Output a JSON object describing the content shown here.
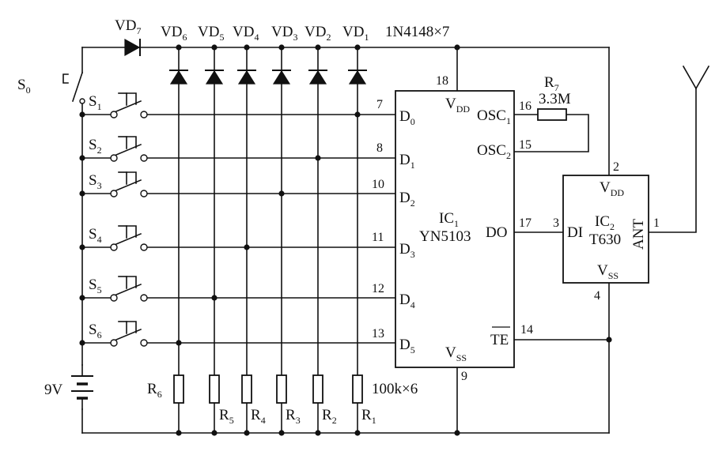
{
  "diode_part": "1N4148×7",
  "resistor_pack": "100k×6",
  "battery": "9V",
  "r7_value": "3.3M",
  "ic1": {
    "ref": "IC",
    "ref_sub": "1",
    "part": "YN5103"
  },
  "ic2": {
    "ref": "IC",
    "ref_sub": "2",
    "part": "T630"
  },
  "labels": {
    "vd7": {
      "main": "VD",
      "sub": "7"
    },
    "vd6": {
      "main": "VD",
      "sub": "6"
    },
    "vd5": {
      "main": "VD",
      "sub": "5"
    },
    "vd4": {
      "main": "VD",
      "sub": "4"
    },
    "vd3": {
      "main": "VD",
      "sub": "3"
    },
    "vd2": {
      "main": "VD",
      "sub": "2"
    },
    "vd1": {
      "main": "VD",
      "sub": "1"
    },
    "s0": {
      "main": "S",
      "sub": "0"
    },
    "s1": {
      "main": "S",
      "sub": "1"
    },
    "s2": {
      "main": "S",
      "sub": "2"
    },
    "s3": {
      "main": "S",
      "sub": "3"
    },
    "s4": {
      "main": "S",
      "sub": "4"
    },
    "s5": {
      "main": "S",
      "sub": "5"
    },
    "s6": {
      "main": "S",
      "sub": "6"
    },
    "r7": {
      "main": "R",
      "sub": "7"
    },
    "r6": {
      "main": "R",
      "sub": "6"
    },
    "r5": {
      "main": "R",
      "sub": "5"
    },
    "r4": {
      "main": "R",
      "sub": "4"
    },
    "r3": {
      "main": "R",
      "sub": "3"
    },
    "r2": {
      "main": "R",
      "sub": "2"
    },
    "r1": {
      "main": "R",
      "sub": "1"
    }
  },
  "ic1_pins": {
    "vdd": {
      "main": "V",
      "sub": "DD"
    },
    "osc1": {
      "main": "OSC",
      "sub": "1"
    },
    "osc2": {
      "main": "OSC",
      "sub": "2"
    },
    "d0": {
      "main": "D",
      "sub": "0"
    },
    "d1": {
      "main": "D",
      "sub": "1"
    },
    "d2": {
      "main": "D",
      "sub": "2"
    },
    "d3": {
      "main": "D",
      "sub": "3"
    },
    "d4": {
      "main": "D",
      "sub": "4"
    },
    "d5": {
      "main": "D",
      "sub": "5"
    },
    "do": "DO",
    "te": "TE",
    "vss": {
      "main": "V",
      "sub": "SS"
    }
  },
  "ic2_pins": {
    "vdd": {
      "main": "V",
      "sub": "DD"
    },
    "di": "DI",
    "ant": "ANT",
    "vss": {
      "main": "V",
      "sub": "SS"
    }
  },
  "pin_numbers": {
    "p18": "18",
    "p16": "16",
    "p15": "15",
    "p7": "7",
    "p8": "8",
    "p10": "10",
    "p11": "11",
    "p12": "12",
    "p13": "13",
    "p17": "17",
    "p14": "14",
    "p9": "9",
    "p2": "2",
    "p3": "3",
    "p1": "1",
    "p4": "4"
  }
}
